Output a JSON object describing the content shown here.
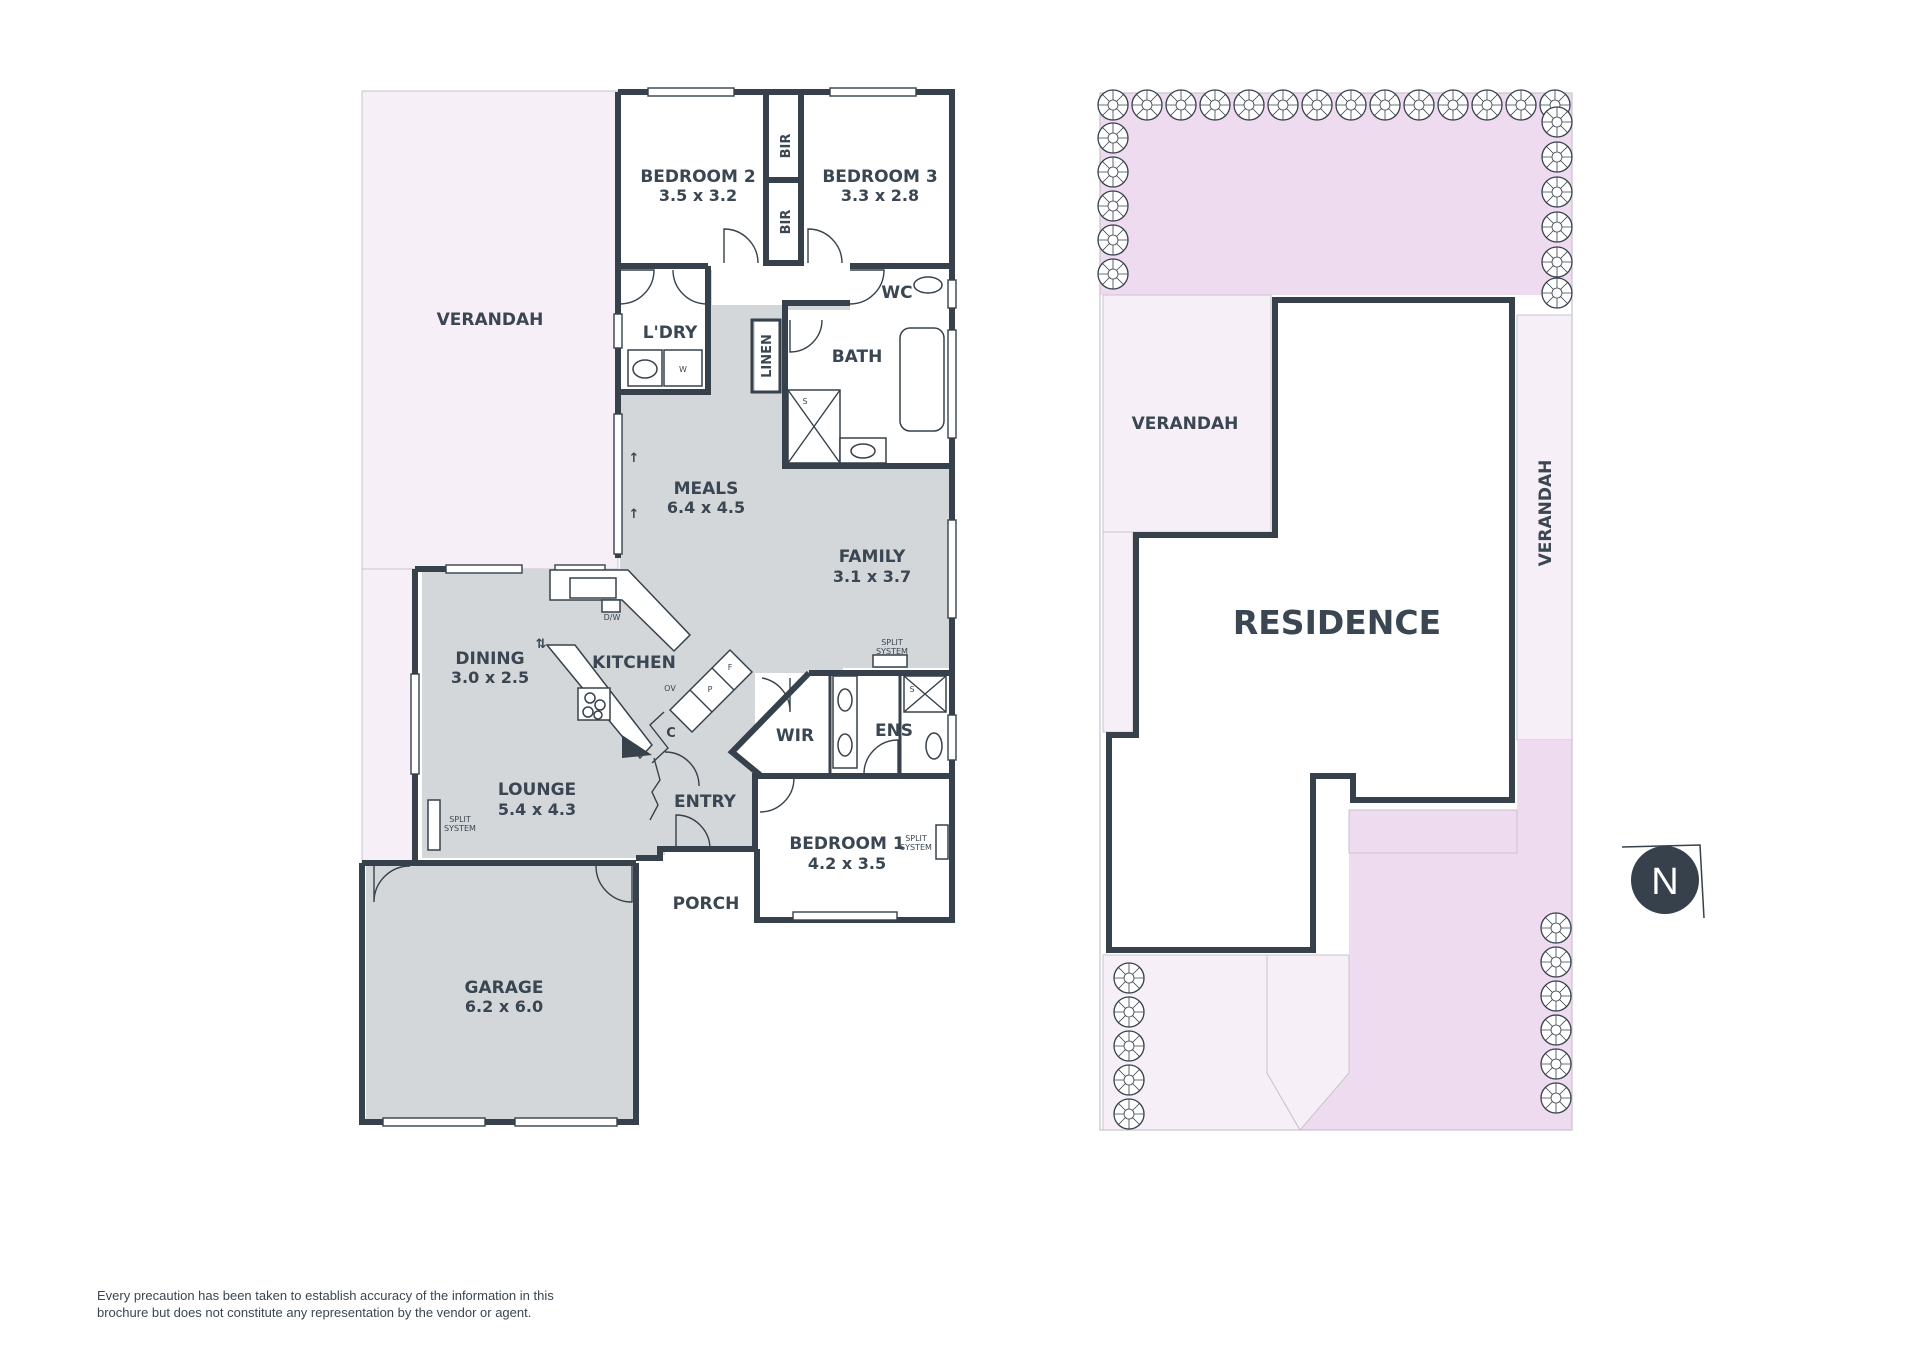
{
  "floorplan": {
    "rooms": {
      "verandah_main": {
        "name": "VERANDAH"
      },
      "bedroom2": {
        "name": "BEDROOM 2",
        "size": "3.5 x 3.2"
      },
      "bedroom3": {
        "name": "BEDROOM 3",
        "size": "3.3 x 2.8"
      },
      "bir_top": {
        "name": "BIR"
      },
      "bir_bottom": {
        "name": "BIR"
      },
      "wc": {
        "name": "WC"
      },
      "laundry": {
        "name": "L'DRY"
      },
      "linen": {
        "name": "LINEN"
      },
      "bath": {
        "name": "BATH"
      },
      "meals": {
        "name": "MEALS",
        "size": "6.4 x 4.5"
      },
      "family": {
        "name": "FAMILY",
        "size": "3.1 x 3.7"
      },
      "dining": {
        "name": "DINING",
        "size": "3.0 x 2.5"
      },
      "kitchen": {
        "name": "KITCHEN"
      },
      "wir": {
        "name": "WIR"
      },
      "ensuite": {
        "name": "ENS"
      },
      "lounge": {
        "name": "LOUNGE",
        "size": "5.4 x 4.3"
      },
      "entry": {
        "name": "ENTRY"
      },
      "bedroom1": {
        "name": "BEDROOM 1",
        "size": "4.2 x 3.5"
      },
      "porch": {
        "name": "PORCH"
      },
      "garage": {
        "name": "GARAGE",
        "size": "6.2 x 6.0"
      }
    },
    "fixtures": {
      "washer": "W",
      "dishwasher": "D/W",
      "shower": "S",
      "oven": "OV",
      "pantry": "P",
      "fridge": "F",
      "coats": "C",
      "split_line1": "SPLIT",
      "split_line2": "SYSTEM"
    }
  },
  "siteplan": {
    "residence": "RESIDENCE",
    "verandah_left": "VERANDAH",
    "verandah_right": "VERANDAH"
  },
  "compass": {
    "label": "N"
  },
  "disclaimer": {
    "line1": "Every precaution has been taken to establish accuracy of the information in this",
    "line2": "brochure but does not constitute any representation by the vendor or agent."
  },
  "colors": {
    "wall": "#36414b",
    "interior": "#d4d7da",
    "verandah": "#f6eff7",
    "garden": "#eedbef",
    "compass": "#36414b"
  }
}
